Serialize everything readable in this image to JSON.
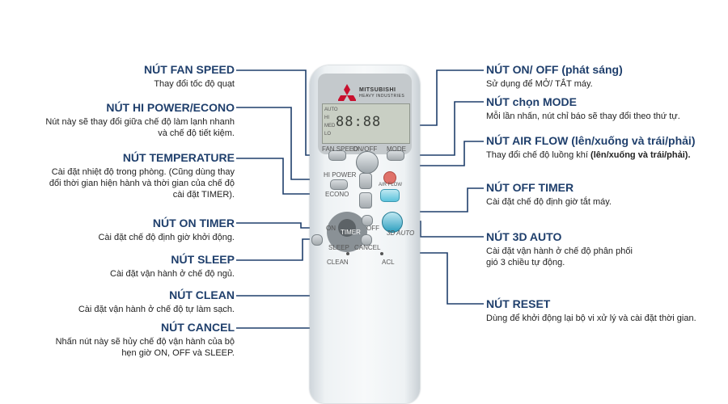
{
  "remote": {
    "brand": "MITSUBISHI",
    "brand_sub": "HEAVY INDUSTRIES",
    "lcd_text": "88:88",
    "buttons": {
      "fan_speed": "FAN SPEED",
      "on_off": "ON/OFF",
      "mode": "MODE",
      "hi_power": "HI POWER",
      "econo": "ECONO",
      "air_flow": "AIR FLOW",
      "timer": "TIMER",
      "on": "ON",
      "off": "OFF",
      "sleep": "SLEEP",
      "cancel": "CANCEL",
      "clean": "CLEAN",
      "acl": "ACL",
      "auto_3d": "3D AUTO",
      "lcd_modes": [
        "AUTO",
        "HI",
        "MED",
        "LO"
      ]
    }
  },
  "left_labels": [
    {
      "title": "NÚT FAN SPEED",
      "desc": [
        "Thay đổi tốc độ quạt"
      ]
    },
    {
      "title": "NÚT HI POWER/ECONO",
      "desc": [
        "Nút này sẽ thay đổi giữa chế độ làm lạnh nhanh",
        "và chế độ tiết kiệm."
      ]
    },
    {
      "title": "NÚT TEMPERATURE",
      "desc": [
        "Cài đặt nhiệt độ trong phòng. (Cũng dùng thay",
        "đổi thời gian hiện hành và thời gian của chế độ",
        "cài đặt TIMER)."
      ]
    },
    {
      "title": "NÚT ON TIMER",
      "desc": [
        "Cài đặt chế độ định giờ khởi động."
      ]
    },
    {
      "title": "NÚT SLEEP",
      "desc": [
        "Cài đặt vận hành ở chế độ ngủ."
      ]
    },
    {
      "title": "NÚT CLEAN",
      "desc": [
        "Cài đặt vận hành ở chế độ tự làm sạch."
      ]
    },
    {
      "title": "NÚT CANCEL",
      "desc": [
        "Nhấn nút này sẽ hủy chế độ vận hành của bộ",
        "hẹn giờ ON, OFF và SLEEP."
      ]
    }
  ],
  "right_labels": [
    {
      "title": "NÚT ON/ OFF (phát sáng)",
      "desc": [
        "Sử dụng để MỞ/ TẮT máy."
      ]
    },
    {
      "title": "NÚT chọn MODE",
      "desc": [
        "Mỗi lần nhấn, nút chỉ báo sẽ thay đổi theo thứ tự."
      ]
    },
    {
      "title": "NÚT AIR FLOW (lên/xuống và trái/phải)",
      "desc": [
        "Thay đổi chế độ luồng khí"
      ],
      "desc_bold": "(lên/xuống và trái/phải)."
    },
    {
      "title": "NÚT OFF TIMER",
      "desc": [
        "Cài đặt chế độ định giờ tắt máy."
      ]
    },
    {
      "title": "NÚT 3D AUTO",
      "desc": [
        "Cài đặt vận hành ở chế độ phân phối",
        "gió 3 chiều tự động."
      ]
    },
    {
      "title": "NÚT RESET",
      "desc": [
        "Dùng để khởi động lại bộ vi xử lý và cài đặt thời gian."
      ]
    }
  ],
  "colors": {
    "title": "#1f3f6c",
    "line": "#1f3f6c",
    "accent_button": "#5cc3dc"
  }
}
